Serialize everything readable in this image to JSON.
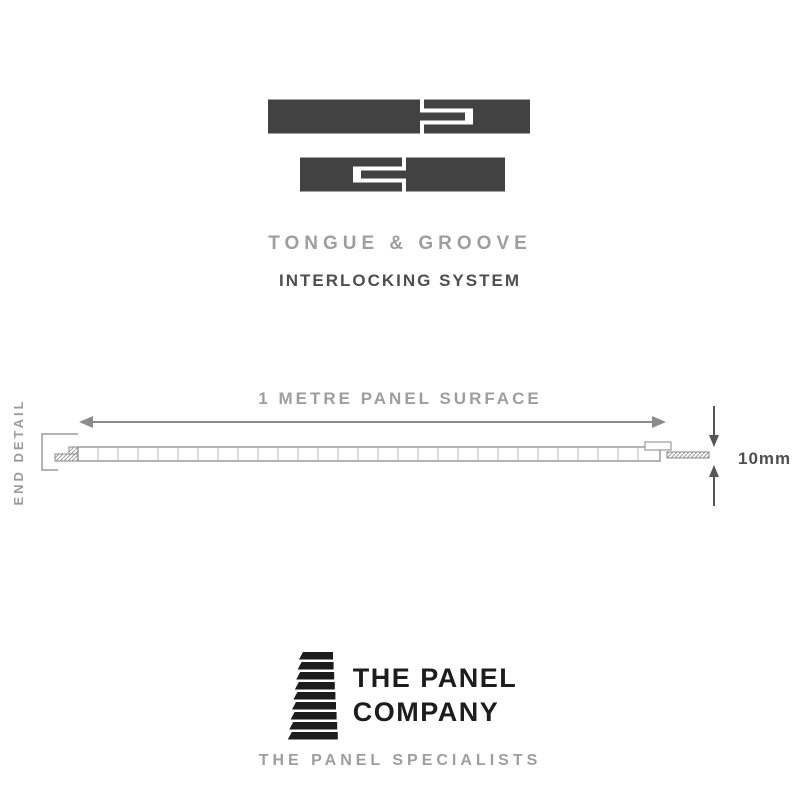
{
  "headings": {
    "title": "TONGUE & GROOVE",
    "subtitle": "INTERLOCKING SYSTEM"
  },
  "diagram": {
    "surface_label": "1 METRE PANEL SURFACE",
    "end_detail_label": "END DETAIL",
    "thickness_label": "10mm"
  },
  "logo": {
    "line1": "THE PANEL",
    "line2": "COMPANY",
    "tagline": "THE PANEL SPECIALISTS"
  },
  "icons": {
    "joint_illustration": "tongue-groove-joint-illustration",
    "logo_icon": "stacked-panels-logo-icon"
  },
  "colors": {
    "joint_dark": "#424242",
    "muted_gray_text": "#9e9e9e",
    "dark_gray_text": "#4f4f4f",
    "diagram_line": "#8c8c8c",
    "logo_black": "#1d1d1d",
    "background": "#ffffff"
  }
}
